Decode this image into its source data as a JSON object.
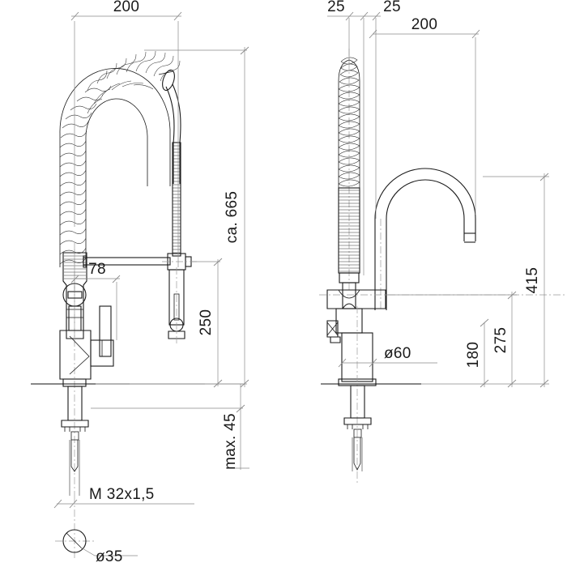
{
  "drawing": {
    "title": "Professional kitchen faucet technical dimension drawing",
    "background_color": "#ffffff",
    "line_color": "#1a1a1a",
    "dimension_line_color": "#8a8a8a",
    "views": [
      {
        "name": "front-view",
        "label": ""
      },
      {
        "name": "side-view",
        "label": ""
      }
    ]
  },
  "dimensions": {
    "left_view": {
      "reach_top": "200",
      "overall_height": "ca. 665",
      "handle_offset": "78",
      "spray_head_height": "250",
      "deck_thickness": "max. 45",
      "thread": "M 32x1,5",
      "hole_diameter": "ø35"
    },
    "right_view": {
      "coil_width_left": "25",
      "coil_width_right": "25",
      "spout_reach": "200",
      "spout_height": "415",
      "body_height": "275",
      "valve_height": "180",
      "base_diameter": "ø60"
    }
  }
}
